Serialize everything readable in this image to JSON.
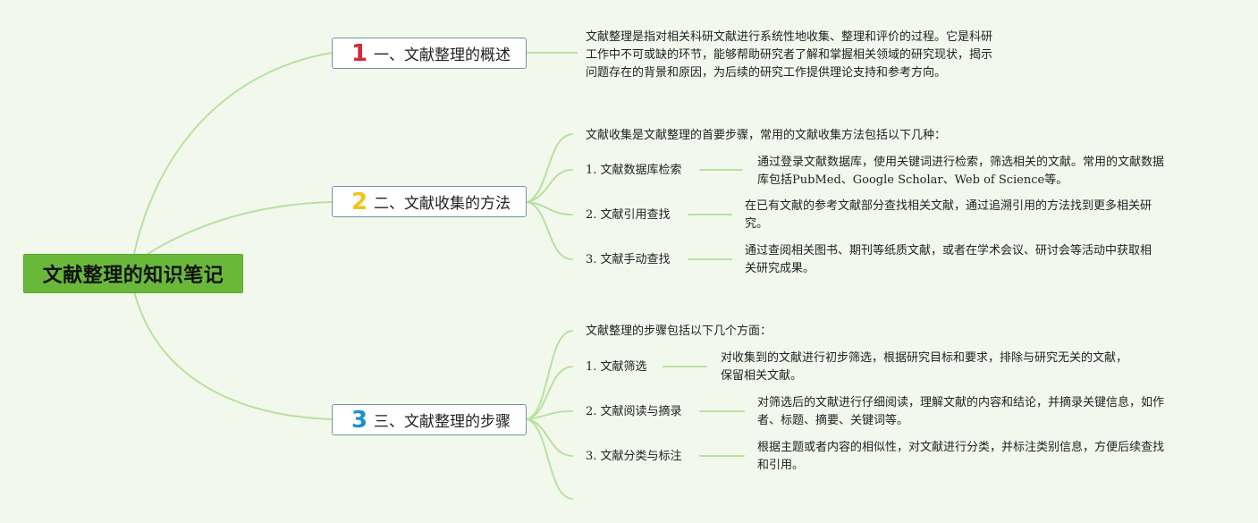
{
  "root": "文献整理的知识笔记",
  "colors": {
    "root": "#6ab83a",
    "line": "#b9e0a0",
    "branch_border": "#6c95a3"
  },
  "branches": [
    {
      "num": "1",
      "num_color": "#d6283c",
      "label": "一、文献整理的概述",
      "desc": [
        "文献整理是指对相关科研文献进行系统性地收集、整理和评价的过程。它是科研",
        "工作中不可或缺的环节，能够帮助研究者了解和掌握相关领域的研究现状，揭示",
        "问题存在的背景和原因，为后续的研究工作提供理论支持和参考方向。"
      ]
    },
    {
      "num": "2",
      "num_color": "#f2c21b",
      "label": "二、文献收集的方法",
      "intro": "文献收集是文献整理的首要步骤，常用的文献收集方法包括以下几种：",
      "items": [
        {
          "label": "1. 文献数据库检索",
          "desc": [
            "通过登录文献数据库，使用关键词进行检索，筛选相关的文献。常用的文献数据",
            "库包括PubMed、Google Scholar、Web of Science等。"
          ]
        },
        {
          "label": "2. 文献引用查找",
          "desc": [
            "在已有文献的参考文献部分查找相关文献，通过追溯引用的方法找到更多相关研",
            "究。"
          ]
        },
        {
          "label": "3. 文献手动查找",
          "desc": [
            "通过查阅相关图书、期刊等纸质文献，或者在学术会议、研讨会等活动中获取相",
            "关研究成果。"
          ]
        }
      ]
    },
    {
      "num": "3",
      "num_color": "#1c8fd6",
      "label": "三、文献整理的步骤",
      "intro": "文献整理的步骤包括以下几个方面：",
      "items": [
        {
          "label": "1. 文献筛选",
          "desc": [
            "对收集到的文献进行初步筛选，根据研究目标和要求，排除与研究无关的文献，",
            "保留相关文献。"
          ]
        },
        {
          "label": "2. 文献阅读与摘录",
          "desc": [
            "对筛选后的文献进行仔细阅读，理解文献的内容和结论，并摘录关键信息，如作",
            "者、标题、摘要、关键词等。"
          ]
        },
        {
          "label": "3. 文献分类与标注",
          "desc": [
            "根据主题或者内容的相似性，对文献进行分类，并标注类别信息，方便后续查找",
            "和引用。"
          ]
        }
      ]
    }
  ]
}
